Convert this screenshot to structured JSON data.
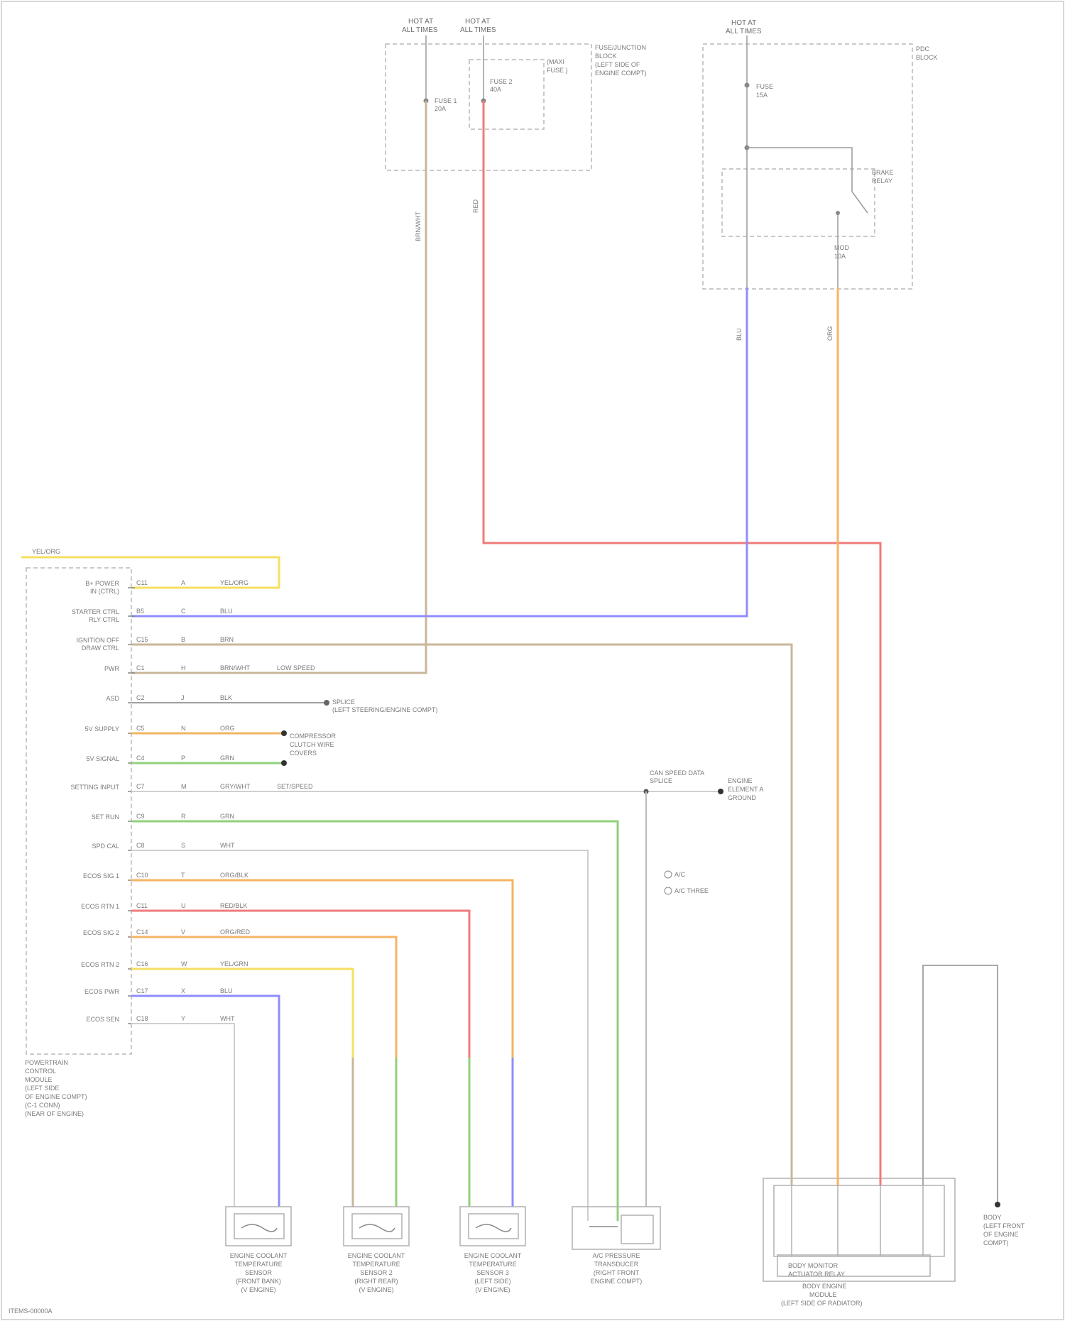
{
  "colors": {
    "tan": "#c9b79a",
    "red": "#f07b7b",
    "blue": "#8f8cff",
    "orange": "#f4b463",
    "yellow": "#f5df63",
    "green": "#8fd07a",
    "lightgray": "#cfcfcf",
    "gray": "#a8a8a8"
  },
  "fuses": {
    "f1_label": "HOT AT",
    "f1_sub": "ALL TIMES",
    "f2_label": "HOT AT",
    "f2_sub": "ALL TIMES",
    "f3_label": "HOT AT",
    "f3_sub": "ALL TIMES"
  },
  "junction_box": {
    "title": "FUSE/JUNCTION",
    "line2": "BLOCK",
    "line3": "(LEFT SIDE OF",
    "line4": "ENGINE COMPT)",
    "fuse_a": "FUSE 1",
    "fuse_a2": "20A",
    "fuse_b": "FUSE 2",
    "fuse_b2": "40A",
    "inner_label": "(MAXI",
    "inner_label2": "FUSE )"
  },
  "pdc": {
    "title": "PDC",
    "line2": "BLOCK",
    "fuse": "FUSE",
    "fuse2": "15A",
    "relay": "BRAKE",
    "relay2": "RELAY",
    "relay3": "MOD",
    "relay4": "10A"
  },
  "module": {
    "name1": "POWERTRAIN",
    "name2": "CONTROL",
    "name3": "MODULE",
    "name4": "(LEFT SIDE",
    "name5": "OF ENGINE COMPT)",
    "name6": "(C-1 CONN)",
    "name7": "(NEAR OF ENGINE)",
    "yellow_top": "YEL/ORG",
    "pins": [
      {
        "name": "B+ POWER",
        "name2": "IN (CTRL)",
        "pin": "C11",
        "cav": "A",
        "wire": "YEL/ORG"
      },
      {
        "name": "STARTER CTRL",
        "name2": "RLY CTRL",
        "pin": "B5",
        "cav": "C",
        "wire": "BLU"
      },
      {
        "name": "IGNITION OFF",
        "name2": "DRAW CTRL",
        "pin": "C15",
        "cav": "B",
        "wire": "BRN"
      },
      {
        "name": "PWR",
        "name2": "",
        "pin": "C1",
        "cav": "H",
        "wire": "BRN/WHT"
      },
      {
        "name": "ASD",
        "name2": "",
        "pin": "C2",
        "cav": "J",
        "wire": "BLK"
      },
      {
        "name": "5V SUPPLY",
        "name2": "",
        "pin": "C5",
        "cav": "N",
        "wire": "ORG"
      },
      {
        "name": "5V SIGNAL",
        "name2": "",
        "pin": "C4",
        "cav": "P",
        "wire": "GRN"
      },
      {
        "name": "SETTING INPUT",
        "name2": "",
        "pin": "C7",
        "cav": "M",
        "wire": "GRY/WHT"
      },
      {
        "name": "SET RUN",
        "name2": "",
        "pin": "C9",
        "cav": "R",
        "wire": "GRN"
      },
      {
        "name": "SPD CAL",
        "name2": "",
        "pin": "C8",
        "cav": "S",
        "wire": "WHT"
      },
      {
        "name": "ECOS SIG 1",
        "name2": "",
        "pin": "C10",
        "cav": "T",
        "wire": "ORG/BLK"
      },
      {
        "name": "ECOS RTN 1",
        "name2": "",
        "pin": "C11",
        "cav": "U",
        "wire": "RED/BLK"
      },
      {
        "name": "ECOS SIG 2",
        "name2": "",
        "pin": "C14",
        "cav": "V",
        "wire": "ORG/RED"
      },
      {
        "name": "ECOS RTN 2",
        "name2": "",
        "pin": "C16",
        "cav": "W",
        "wire": "YEL/GRN"
      },
      {
        "name": "ECOS PWR",
        "name2": "",
        "pin": "C17",
        "cav": "X",
        "wire": "BLU"
      },
      {
        "name": "ECOS SEN",
        "name2": "",
        "pin": "C18",
        "cav": "Y",
        "wire": "WHT"
      }
    ]
  },
  "notes": {
    "pwr_label": "LOW SPEED",
    "splice_label": "SPLICE",
    "splice_sub": "(LEFT STEERING/ENGINE COMPT)",
    "compressor": "COMPRESSOR",
    "compressor2": "CLUTCH WIRE",
    "compressor3": "COVERS",
    "setting_label": "SET/SPEED",
    "splice2": "CAN SPEED DATA",
    "splice2_sub": "SPLICE",
    "ground_label": "ENGINE",
    "ground_sub": "ELEMENT A",
    "ground_sub2": "GROUND",
    "legend1": "A/C",
    "legend2": "A/C THREE"
  },
  "sensors": [
    {
      "name1": "ENGINE COOLANT",
      "name2": "TEMPERATURE",
      "name3": "SENSOR",
      "name4": "(FRONT BANK)",
      "name5": "(V ENGINE)"
    },
    {
      "name1": "ENGINE COOLANT",
      "name2": "TEMPERATURE",
      "name3": "SENSOR 2",
      "name4": "(RIGHT REAR)",
      "name5": "(V ENGINE)"
    },
    {
      "name1": "ENGINE COOLANT",
      "name2": "TEMPERATURE",
      "name3": "SENSOR 3",
      "name4": "(LEFT SIDE)",
      "name5": "(V ENGINE)"
    },
    {
      "name1": "A/C PRESSURE",
      "name2": "TRANSDUCER",
      "name3": "(RIGHT FRONT",
      "name4": "ENGINE COMPT)",
      "name5": ""
    }
  ],
  "relay_module": {
    "name1": "BODY ENGINE",
    "name2": "MODULE",
    "name3": "(LEFT SIDE OF RADIATOR)",
    "name4": "BODY MONITOR",
    "name5": "ACTUATOR RELAY"
  },
  "ground2": {
    "name1": "BODY",
    "name2": "(LEFT FRONT",
    "name3": "OF ENGINE",
    "name4": "COMPT)"
  },
  "footer": "ITEMS-00000A"
}
